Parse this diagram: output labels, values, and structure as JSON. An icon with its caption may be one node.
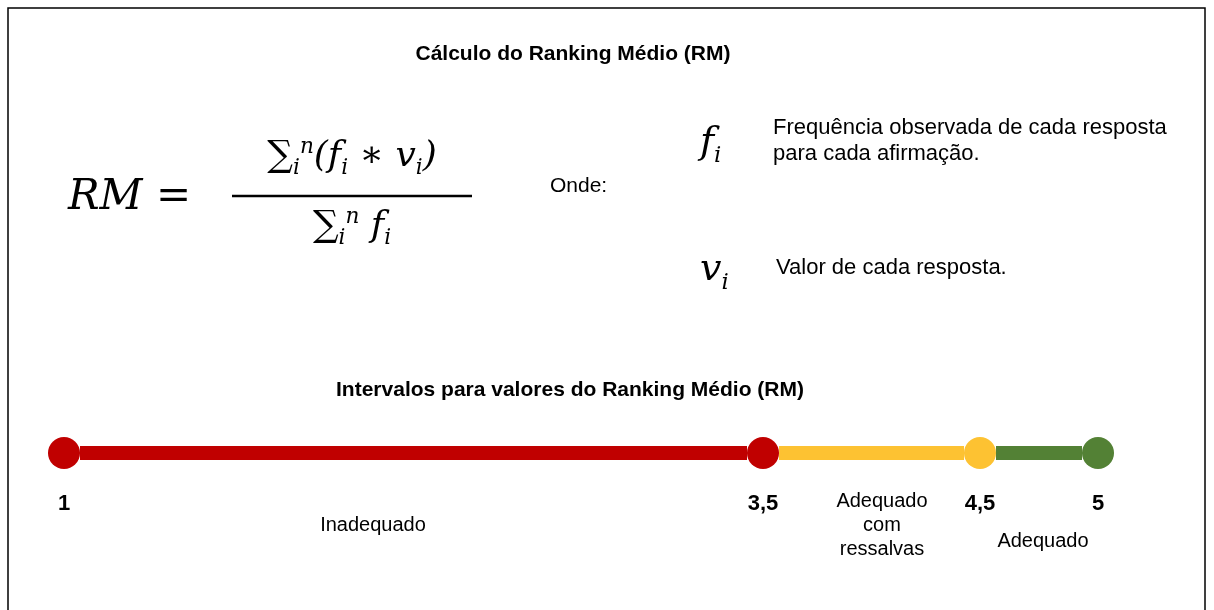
{
  "diagram": {
    "title": "Cálculo do Ranking Médio (RM)",
    "nodes": [
      {
        "text": [],
        "shape": "circle",
        "beside": [
          "1"
        ]
      },
      {
        "text": [],
        "shape": "circle",
        "beside": [
          "3,5"
        ]
      },
      {
        "text": [],
        "shape": "circle",
        "beside": [
          "4,5"
        ]
      },
      {
        "text": [],
        "shape": "circle",
        "beside": [
          "5"
        ]
      }
    ],
    "edges": [
      {
        "from": 0,
        "to": 1,
        "arrow": "none",
        "color": "#c00000"
      },
      {
        "from": 1,
        "to": 2,
        "arrow": "none",
        "color": "#fdc232"
      },
      {
        "from": 2,
        "to": 3,
        "arrow": "none",
        "color": "#538135"
      }
    ],
    "labels": [
      "RM =",
      "∑$_{i}$$^{n}$(f$_{i}$ ∗ v$_{i}$)",
      "∑$_{i}$$^{n}$ f$_{i}$",
      "Onde:",
      "f$_{i}$",
      "Frequência observada de cada resposta para cada afirmação.",
      "v$_{i}$",
      "Valor de cada resposta.",
      "Intervalos para valores do Ranking Médio (RM)",
      "Inadequado",
      "Adequado com ressalvas",
      "Adequado"
    ]
  }
}
